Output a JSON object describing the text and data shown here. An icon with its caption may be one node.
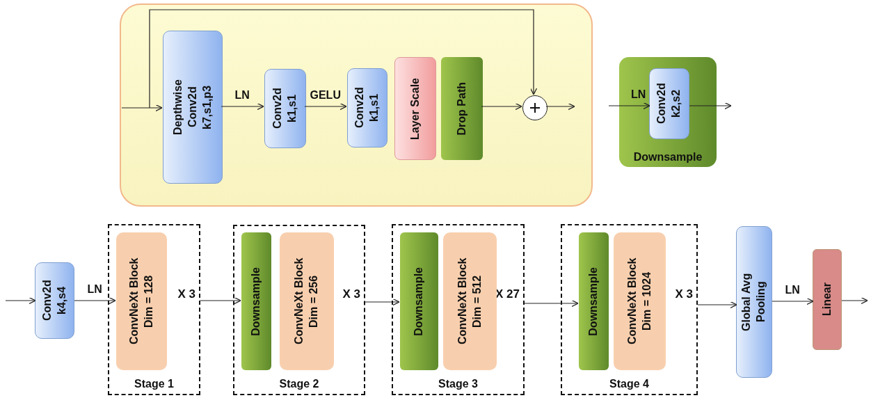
{
  "diagram": {
    "nodes": [
      {
        "text": [],
        "shape": "box"
      },
      {
        "text": [
          "Depthwise Conv2d k7,s1,p3"
        ],
        "in": 0
      },
      {
        "text": [
          "Conv2d k1,s1"
        ],
        "in": 0
      },
      {
        "text": [
          "Conv2d k1,s1"
        ],
        "in": 0
      },
      {
        "text": [
          "Layer Scale"
        ],
        "in": 0
      },
      {
        "text": [
          "Drop Path"
        ],
        "in": 0
      },
      {
        "text": [],
        "shape": "circle",
        "in": 0
      },
      {
        "text": [
          "Downsample"
        ]
      },
      {
        "text": [
          "Conv2d k2,s2"
        ],
        "in": 7
      },
      {
        "text": [
          "Conv2d k4,s4"
        ]
      },
      {
        "text": [
          "X 3",
          "Stage 1"
        ]
      },
      {
        "text": [
          "ConvNeXt Block Dim = 128"
        ],
        "in": 10
      },
      {
        "text": [
          "X 3",
          "Stage 2"
        ]
      },
      {
        "text": [
          "Downsample"
        ],
        "in": 12
      },
      {
        "text": [
          "ConvNeXt Block Dim = 256"
        ],
        "in": 12
      },
      {
        "text": [
          "X 27",
          "Stage 3"
        ]
      },
      {
        "text": [
          "Downsample"
        ],
        "in": 15
      },
      {
        "text": [
          "ConvNeXt Block Dim = 512"
        ],
        "in": 15
      },
      {
        "text": [
          "X 3",
          "Stage 4"
        ]
      },
      {
        "text": [
          "Downsample"
        ],
        "in": 18
      },
      {
        "text": [
          "ConvNeXt Block Dim = 1024"
        ],
        "in": 18
      },
      {
        "text": [
          "Global Avg Pooling"
        ]
      },
      {
        "text": [
          "Linear"
        ]
      }
    ],
    "edges": [
      {
        "from": null,
        "to": 1,
        "arrow": "to"
      },
      {
        "from": null,
        "to": 6,
        "arrow": "to"
      },
      {
        "from": 1,
        "to": 2,
        "arrow": "to",
        "label": "LN"
      },
      {
        "from": 2,
        "to": 3,
        "arrow": "to",
        "label": "GELU"
      },
      {
        "from": 5,
        "to": 6,
        "arrow": "to"
      },
      {
        "from": 6,
        "to": null,
        "arrow": "to"
      },
      {
        "from": null,
        "to": 8,
        "arrow": "to",
        "label": "LN"
      },
      {
        "from": 8,
        "to": null,
        "arrow": "to"
      },
      {
        "from": null,
        "to": 9,
        "arrow": "to"
      },
      {
        "from": 9,
        "to": 11,
        "arrow": "to",
        "label": "LN"
      },
      {
        "from": 10,
        "to": 13,
        "arrow": "to"
      },
      {
        "from": 12,
        "to": 16,
        "arrow": "to"
      },
      {
        "from": 15,
        "to": 19,
        "arrow": "to"
      },
      {
        "from": 18,
        "to": 21,
        "arrow": "to"
      },
      {
        "from": 21,
        "to": 22,
        "arrow": "to",
        "label": "LN"
      },
      {
        "from": 22,
        "to": null,
        "arrow": "to"
      }
    ]
  }
}
